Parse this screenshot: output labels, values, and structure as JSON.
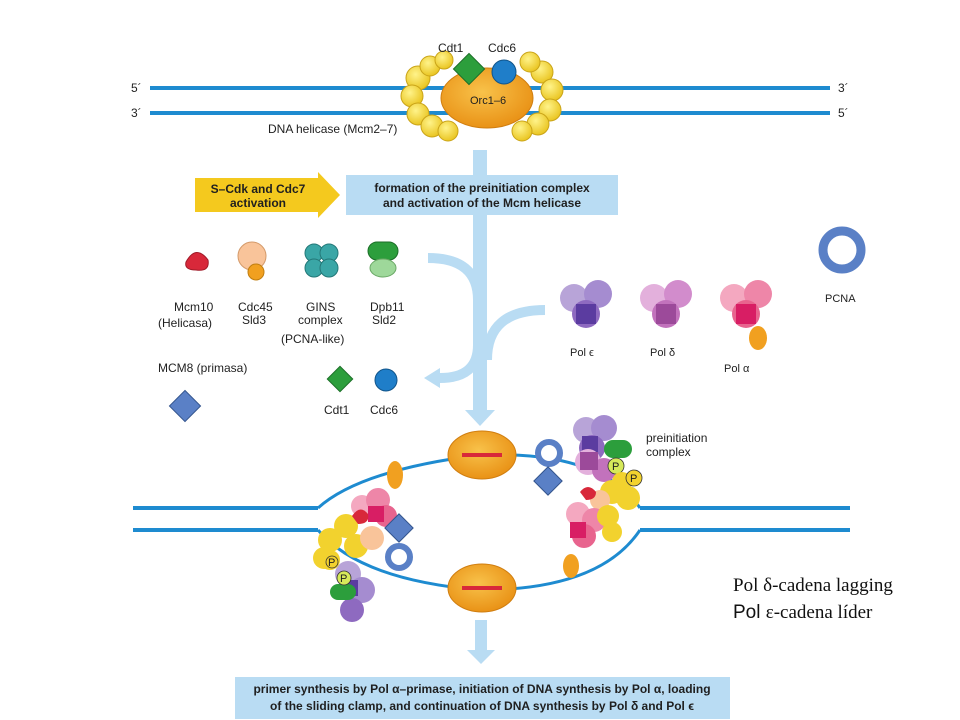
{
  "top": {
    "labels": {
      "cdt1": "Cdt1",
      "cdc6": "Cdc6",
      "orc": "Orc1–6",
      "five_prime": "5´",
      "three_prime": "3´",
      "helicase": "DNA helicase (Mcm2–7)"
    }
  },
  "activation": {
    "arrow_text_1": "S–Cdk and Cdc7",
    "arrow_text_2": "activation",
    "box_line_1": "formation of the preinitiation complex",
    "box_line_2": "and activation of the Mcm helicase"
  },
  "factors": {
    "mcm10": "Mcm10",
    "helicasa": "(Helicasa)",
    "cdc45_1": "Cdc45",
    "cdc45_2": "Sld3",
    "gins_1": "GINS",
    "gins_2": "complex",
    "gins_3": "(PCNA-like)",
    "dpb11_1": "Dpb11",
    "dpb11_2": "Sld2",
    "mcm8": "MCM8 (primasa)",
    "cdt1": "Cdt1",
    "cdc6": "Cdc6",
    "pcna": "PCNA",
    "pol_e": "Pol ϵ",
    "pol_d": "Pol δ",
    "pol_a": "Pol α"
  },
  "bubble": {
    "preinit_1": "preinitiation",
    "preinit_2": "complex",
    "p": "P"
  },
  "legend": {
    "line1_a": "Pol ",
    "line1_sym": "δ",
    "line1_b": "-cadena lagging",
    "line2_a": "Pol ",
    "line2_sym": "ε",
    "line2_b": "-cadena líder"
  },
  "bottom": {
    "line_1": "primer synthesis by Pol α–primase, initiation of DNA synthesis by Pol α, loading",
    "line_2": "of the sliding clamp, and continuation of DNA synthesis by Pol δ and Pol ϵ"
  },
  "colors": {
    "dna": "#1e8bd0",
    "mcm": "#f2d22e",
    "orc": "#f1a020",
    "cdt1": "#2c9e3c",
    "cdc6": "#1f7ec9",
    "panel": "#b9dcf3",
    "arrow_yellow": "#f4c91e",
    "mcm10": "#d8283a",
    "pcna": "#5a80c6"
  }
}
